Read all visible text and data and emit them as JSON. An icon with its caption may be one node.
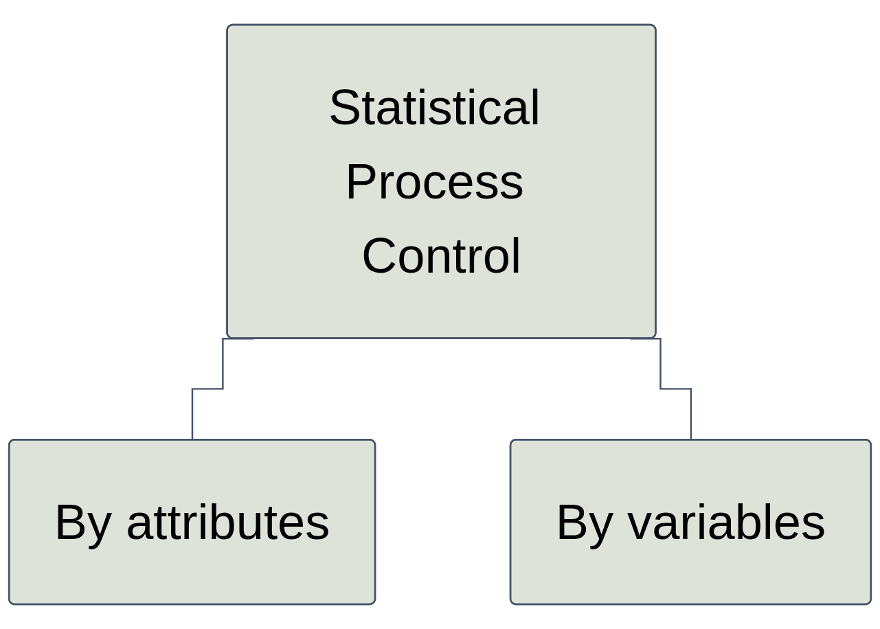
{
  "diagram": {
    "nodes": [
      {
        "text": [
          "Statistical Process Control"
        ]
      },
      {
        "text": [
          "By attributes"
        ]
      },
      {
        "text": [
          "By variables"
        ]
      }
    ],
    "edges": [
      {
        "from": 0,
        "to": 1,
        "arrow": "none"
      },
      {
        "from": 0,
        "to": 2,
        "arrow": "none"
      }
    ]
  }
}
